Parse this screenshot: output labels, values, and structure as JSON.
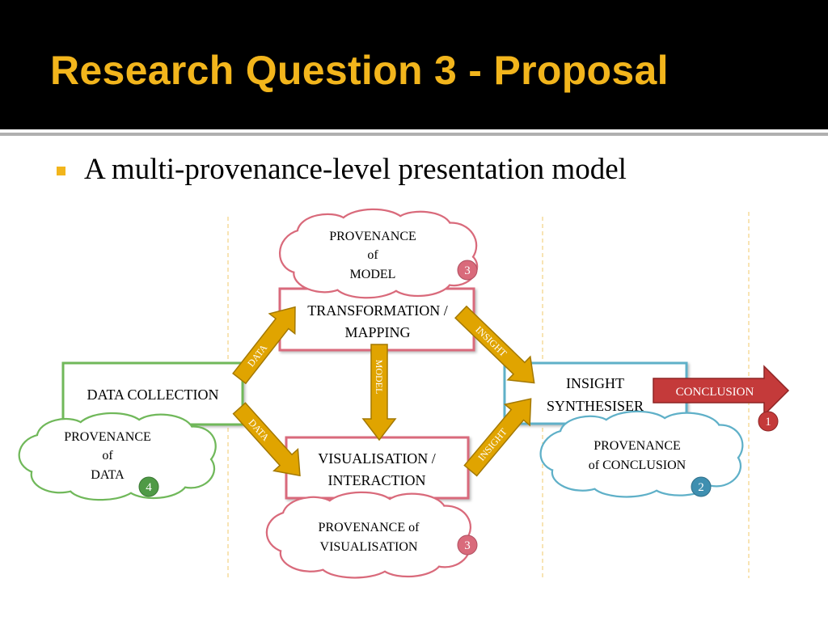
{
  "slide": {
    "title": "Research Question 3 - Proposal",
    "bullet": "A multi-provenance-level presentation model"
  },
  "diagram": {
    "data_collection": "DATA COLLECTION",
    "transformation": [
      "TRANSFORMATION /",
      "MAPPING"
    ],
    "visualisation": [
      "VISUALISATION /",
      "INTERACTION"
    ],
    "insight_synthesiser": [
      "INSIGHT",
      "SYNTHESISER"
    ],
    "provenance_model": [
      "PROVENANCE",
      "of",
      "MODEL"
    ],
    "provenance_data": [
      "PROVENANCE",
      "of",
      "DATA"
    ],
    "provenance_visualisation": [
      "PROVENANCE of",
      "VISUALISATION"
    ],
    "provenance_conclusion": [
      "PROVENANCE",
      "of CONCLUSION"
    ],
    "arrows": {
      "data_up": "DATA",
      "data_down": "DATA",
      "model": "MODEL",
      "insight_down": "INSIGHT",
      "insight_up": "INSIGHT",
      "conclusion": "CONCLUSION"
    },
    "badges": {
      "model": "3",
      "visualisation": "3",
      "data": "4",
      "conclusion": "2",
      "output": "1"
    },
    "colors": {
      "green": "#70b85a",
      "pink": "#d96a7b",
      "blue": "#5fb0c8",
      "gold": "#e0a400",
      "red": "#c43a3a",
      "divider": "#f0c868"
    }
  }
}
